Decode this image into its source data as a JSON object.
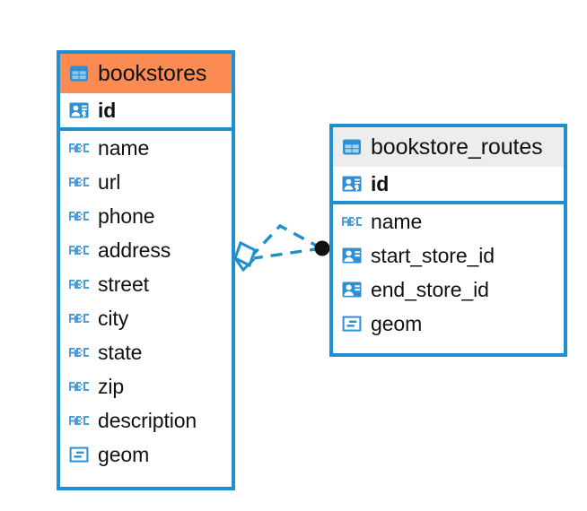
{
  "diagram": {
    "kind": "entity-relationship-diagram",
    "background": "#ffffff",
    "accent_color": "#1f8fd0",
    "selected_color": "#fb8b52",
    "neutral_header_color": "#ededed",
    "text_color": "#111111",
    "connector_endpoint_color": "#111111"
  },
  "entities": [
    {
      "name": "bookstores",
      "header_style": "accent",
      "table_icon": "table-icon",
      "primary_keys": [
        {
          "label": "id",
          "icon": "primary-key-icon",
          "type": "key"
        }
      ],
      "fields": [
        {
          "label": "name",
          "icon": "text-type-icon",
          "type": "text"
        },
        {
          "label": "url",
          "icon": "text-type-icon",
          "type": "text"
        },
        {
          "label": "phone",
          "icon": "text-type-icon",
          "type": "text"
        },
        {
          "label": "address",
          "icon": "text-type-icon",
          "type": "text"
        },
        {
          "label": "street",
          "icon": "text-type-icon",
          "type": "text"
        },
        {
          "label": "city",
          "icon": "text-type-icon",
          "type": "text"
        },
        {
          "label": "state",
          "icon": "text-type-icon",
          "type": "text"
        },
        {
          "label": "zip",
          "icon": "text-type-icon",
          "type": "text"
        },
        {
          "label": "description",
          "icon": "text-type-icon",
          "type": "text"
        },
        {
          "label": "geom",
          "icon": "geometry-type-icon",
          "type": "geometry"
        }
      ]
    },
    {
      "name": "bookstore_routes",
      "header_style": "neutral",
      "table_icon": "table-icon",
      "primary_keys": [
        {
          "label": "id",
          "icon": "primary-key-icon",
          "type": "key"
        }
      ],
      "fields": [
        {
          "label": "name",
          "icon": "text-type-icon",
          "type": "text"
        },
        {
          "label": "start_store_id",
          "icon": "foreign-key-icon",
          "type": "foreign-key"
        },
        {
          "label": "end_store_id",
          "icon": "foreign-key-icon",
          "type": "foreign-key"
        },
        {
          "label": "geom",
          "icon": "geometry-type-icon",
          "type": "geometry"
        }
      ]
    }
  ],
  "relationship": {
    "from_entity": "bookstore_routes",
    "to_entity": "bookstores",
    "line_style": "dashed",
    "source_marker": "filled-circle",
    "target_marker": "hollow-diamond",
    "branch_count": 2
  }
}
